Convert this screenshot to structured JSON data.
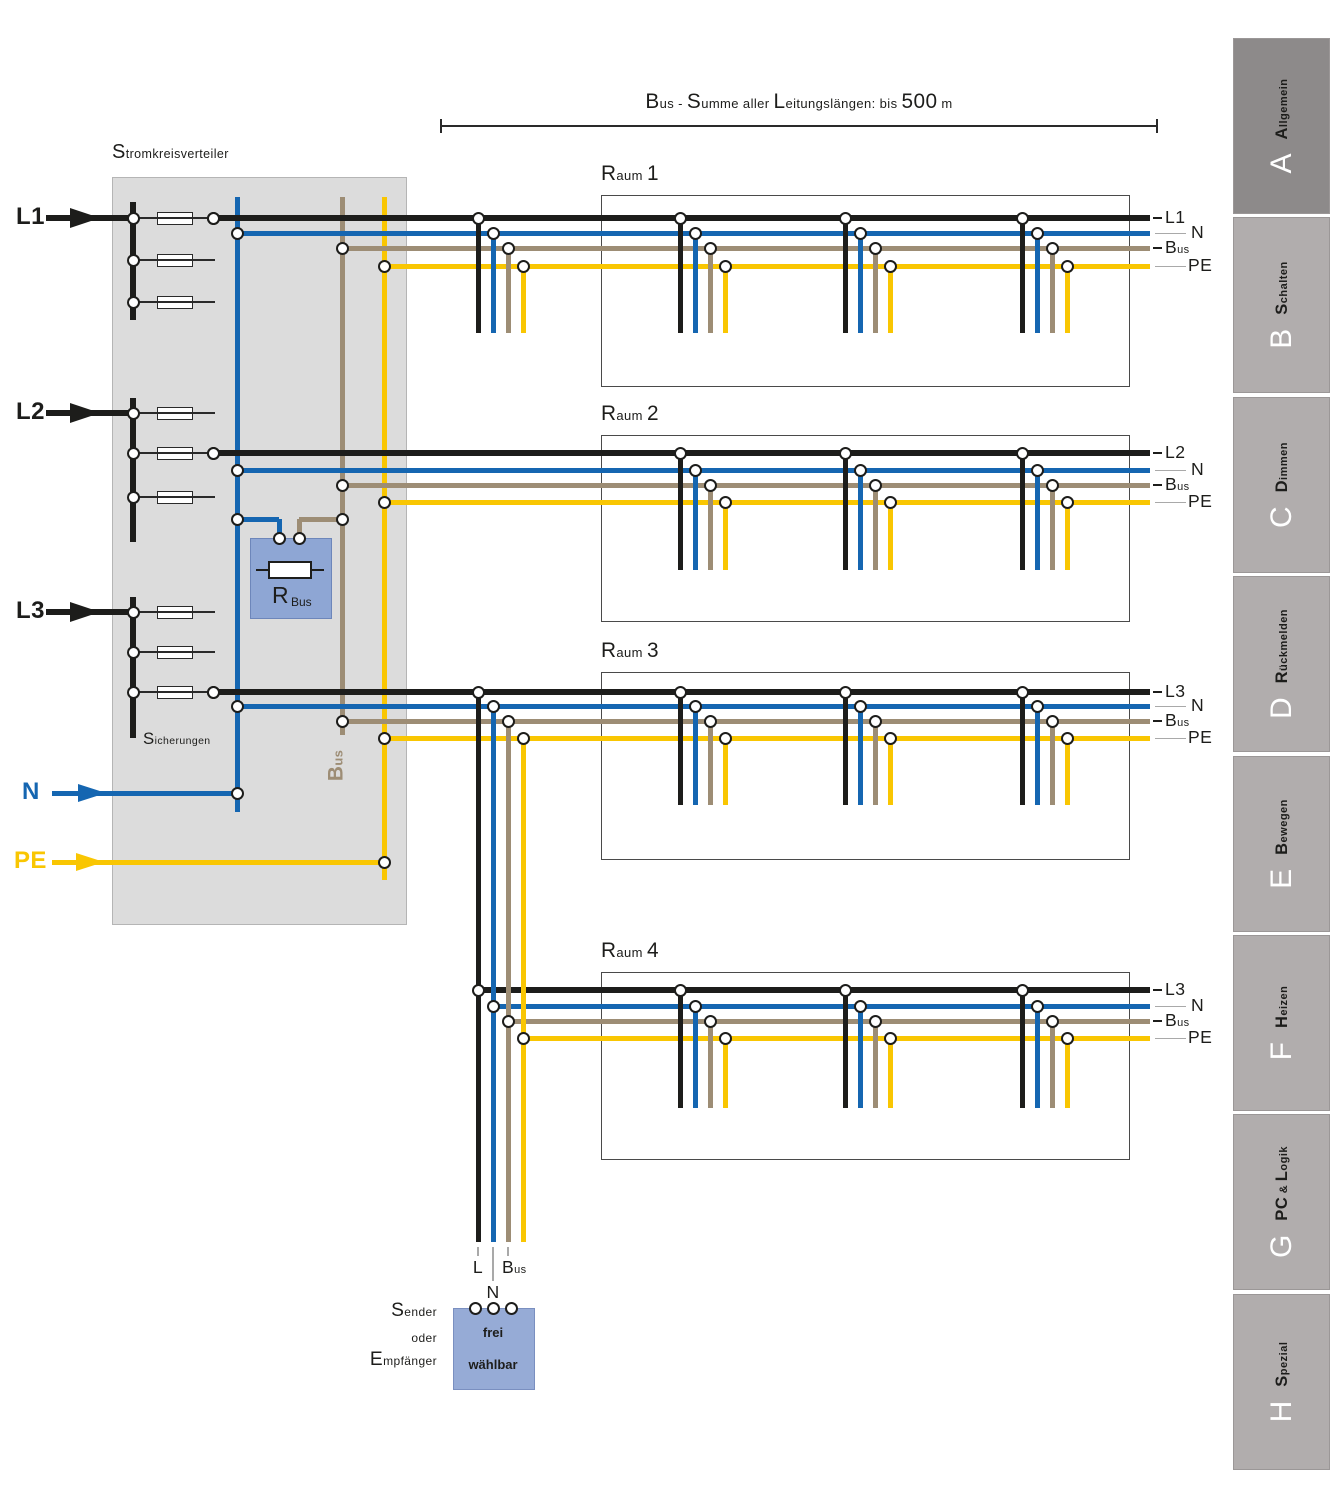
{
  "dimension": {
    "label": "Bus - Summe aller Leitungslängen: bis 500 m"
  },
  "distributor": {
    "title": "Stromkreisverteiler",
    "fuses_label": "Sicherungen",
    "bus_label": "Bus",
    "rbus_label": {
      "main": "R",
      "sub": "Bus"
    },
    "inputs": [
      {
        "id": "L1",
        "label": "L1"
      },
      {
        "id": "L2",
        "label": "L2"
      },
      {
        "id": "L3",
        "label": "L3"
      },
      {
        "id": "N",
        "label": "N"
      },
      {
        "id": "PE",
        "label": "PE"
      }
    ]
  },
  "rooms": [
    {
      "name": "Raum 1",
      "wire_labels": [
        "L1",
        "N",
        "Bus",
        "PE"
      ]
    },
    {
      "name": "Raum 2",
      "wire_labels": [
        "L2",
        "N",
        "Bus",
        "PE"
      ]
    },
    {
      "name": "Raum 3",
      "wire_labels": [
        "L3",
        "N",
        "Bus",
        "PE"
      ]
    },
    {
      "name": "Raum 4",
      "wire_labels": [
        "L3",
        "N",
        "Bus",
        "PE"
      ]
    }
  ],
  "device": {
    "caption_lines": [
      "Sender",
      "oder",
      "Empfänger"
    ],
    "box_lines": [
      "frei",
      "wählbar"
    ],
    "terminals": [
      "L",
      "N",
      "Bus"
    ]
  },
  "sidebar": {
    "tabs": [
      {
        "letter": "A",
        "label": "Allgemein",
        "active": true
      },
      {
        "letter": "B",
        "label": "Schalten",
        "active": false
      },
      {
        "letter": "C",
        "label": "Dimmen",
        "active": false
      },
      {
        "letter": "D",
        "label": "Rückmelden",
        "active": false
      },
      {
        "letter": "E",
        "label": "Bewegen",
        "active": false
      },
      {
        "letter": "F",
        "label": "Heizen",
        "active": false
      },
      {
        "letter": "G",
        "label": "PC & Logik",
        "active": false
      },
      {
        "letter": "H",
        "label": "Spezial",
        "active": false
      }
    ]
  },
  "colors": {
    "phase": "#1d1d1b",
    "neutral": "#1566b1",
    "bus": "#9d8d75",
    "pe": "#f9c602",
    "panel": "#dcdcdc",
    "panel_border": "#b5b5b5",
    "room_border": "#4a4a4a",
    "device_box": "#96abd6",
    "rbus_box": "#8ea6d4",
    "tab_active": "#8d8a8a",
    "tab_inactive": "#b1adad",
    "tab_text": "#ffffff",
    "label_tick": "#a9a9a9"
  }
}
